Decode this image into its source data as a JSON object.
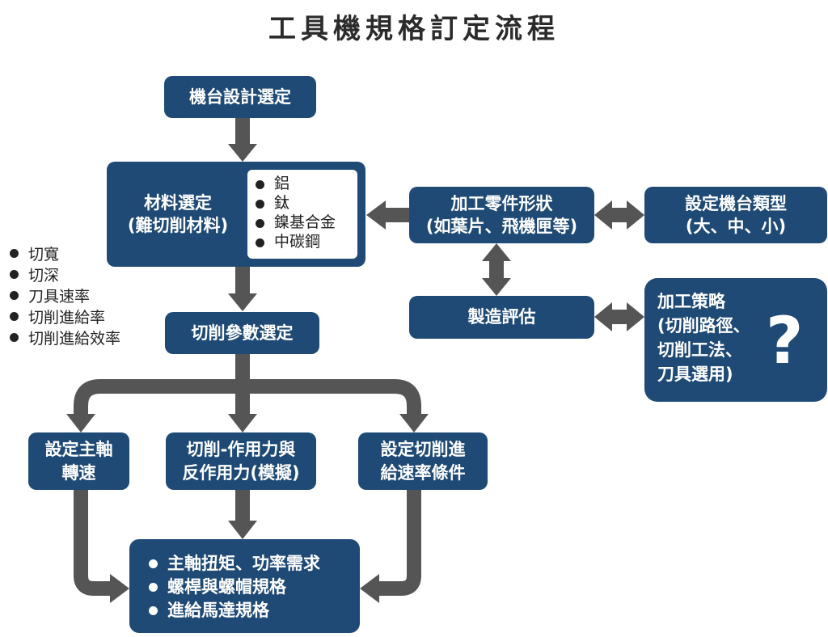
{
  "title": "工具機規格訂定流程",
  "nodes": {
    "machine_design": "機台設計選定",
    "material": {
      "line1": "材料選定",
      "line2": "(難切削材料)",
      "items": [
        "鋁",
        "鈦",
        "鎳基合金",
        "中碳鋼"
      ]
    },
    "part_shape": {
      "line1": "加工零件形狀",
      "line2": "(如葉片、飛機匣等)"
    },
    "machine_type": {
      "line1": "設定機台類型",
      "line2": "(大、中、小)"
    },
    "mfg_eval": "製造評估",
    "strategy": {
      "line1": "加工策略",
      "line2": "(切削路徑、",
      "line3": "切削工法、",
      "line4": "刀具選用)",
      "mark": "?"
    },
    "cut_params": "切削參數選定",
    "spindle_speed": {
      "line1": "設定主軸",
      "line2": "轉速"
    },
    "cutting_force": {
      "line1": "切削-作用力與",
      "line2": "反作用力(模擬)"
    },
    "feed_rate": {
      "line1": "設定切削進",
      "line2": "給速率條件"
    },
    "specs": {
      "items": [
        "主軸扭矩、功率需求",
        "螺桿與螺帽規格",
        "進給馬達規格"
      ]
    }
  },
  "side_list": [
    "切寬",
    "切深",
    "刀具速率",
    "切削進給率",
    "切削進給效率"
  ],
  "colors": {
    "box": "#1e4a75",
    "arrow": "#555555",
    "text_dark": "#222222"
  }
}
